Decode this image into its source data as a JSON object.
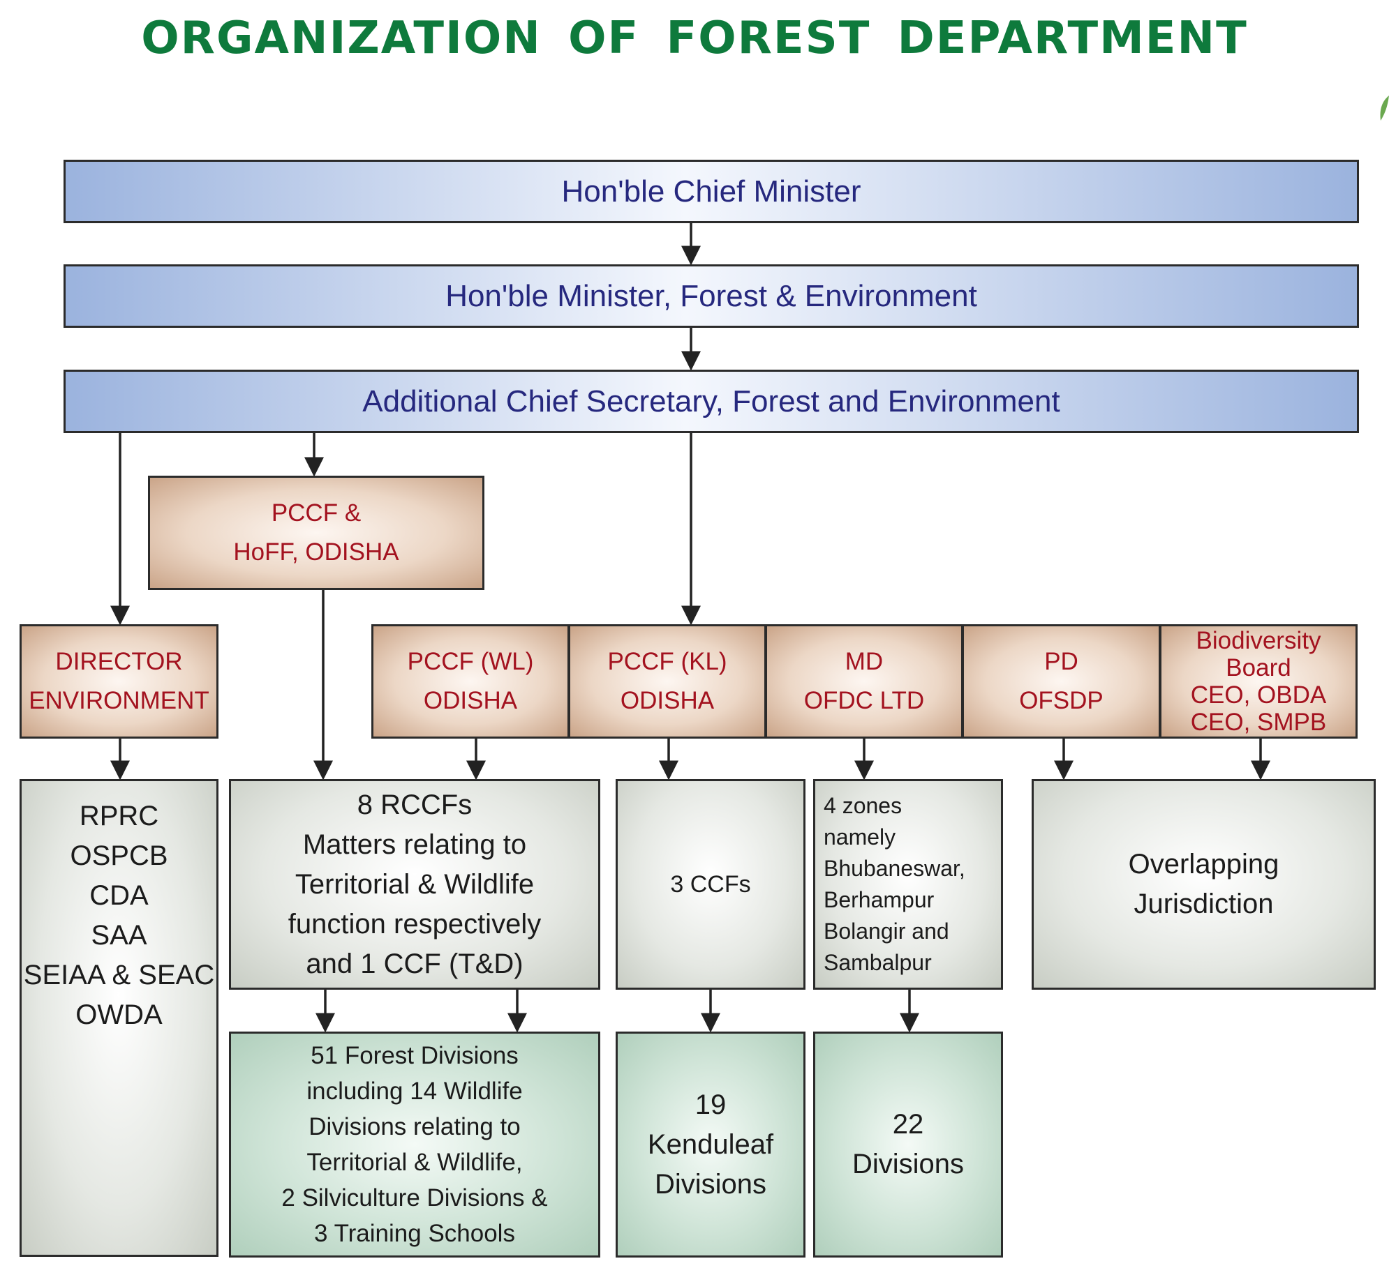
{
  "title": "ORGANIZATION OF FOREST DEPARTMENT",
  "level1": {
    "chief_minister": "Hon'ble Chief Minister"
  },
  "level2": {
    "minister": "Hon'ble Minister, Forest & Environment"
  },
  "level3": {
    "acs": "Additional Chief Secretary, Forest and Environment"
  },
  "pccf_hoff": {
    "line1": "PCCF &",
    "line2": "HoFF, ODISHA"
  },
  "heads": {
    "director_env": {
      "line1": "DIRECTOR",
      "line2": "ENVIRONMENT"
    },
    "pccf_wl": {
      "line1": "PCCF (WL)",
      "line2": "ODISHA"
    },
    "pccf_kl": {
      "line1": "PCCF (KL)",
      "line2": "ODISHA"
    },
    "md_ofdc": {
      "line1": "MD",
      "line2": "OFDC LTD"
    },
    "pd_ofsdp": {
      "line1": "PD",
      "line2": "OFSDP"
    },
    "biodiversity": {
      "line1": "Biodiversity",
      "line2": "Board",
      "line3": "CEO, OBDA",
      "line4": "CEO, SMPB"
    }
  },
  "units": {
    "env_bodies": [
      "RPRC",
      "OSPCB",
      "CDA",
      "SAA",
      "SEIAA & SEAC",
      "OWDA"
    ],
    "rccfs": [
      "8 RCCFs",
      "Matters relating to",
      "Territorial & Wildlife",
      "function respectively",
      "and 1 CCF (T&D)"
    ],
    "ccfs": "3 CCFs",
    "zones": [
      "4 zones",
      "namely",
      "Bhubaneswar,",
      "Berhampur",
      "Bolangir and",
      "Sambalpur"
    ],
    "overlap": [
      "Overlapping",
      "Jurisdiction"
    ]
  },
  "divisions": {
    "forest": [
      "51 Forest Divisions",
      "including 14 Wildlife",
      "Divisions relating to",
      "Territorial & Wildlife,",
      "2 Silviculture Divisions &",
      "3 Training Schools"
    ],
    "kenduleaf": [
      "19",
      "Kenduleaf",
      "Divisions"
    ],
    "ofdc": [
      "22",
      "Divisions"
    ]
  },
  "colors": {
    "title": "#0e7a3c",
    "blue_text": "#26287e",
    "red_text": "#a3121f",
    "border": "#2b2b2b"
  }
}
